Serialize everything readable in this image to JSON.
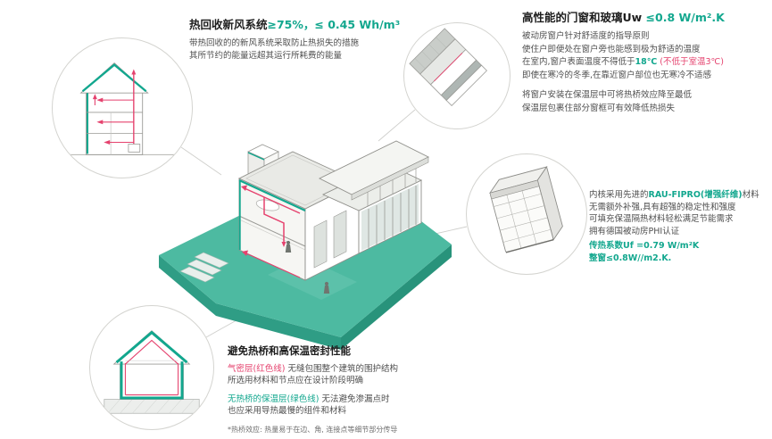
{
  "colors": {
    "teal": "#12a78e",
    "red": "#e5426e",
    "ground": "#4dbaa1",
    "ground_dark": "#2f9d85",
    "ground_darker": "#28937b"
  },
  "heat_recovery": {
    "title_black": "热回收新风系统",
    "title_teal": "≥75%，≤ 0.45 Wh/m³",
    "line1": "带热回收的的新风系统采取防止热损失的措施",
    "line2": "其所节约的能量远超其运行所耗费的能量"
  },
  "windows": {
    "title_black": "高性能的门窗和玻璃Uw",
    "title_teal": " ≤0.8 W/m².K",
    "p1_line1": "被动房窗户针对舒适度的指导原则",
    "p1_line2": "使住户即便处在窗户旁也能感到极为舒适的温度",
    "p1_line3_pre": "在室内,窗户表面温度不得低于",
    "p1_line3_teal": "18℃",
    "p1_line3_red": " (不低于室温3℃)",
    "p1_line4": "即使在寒冷的冬季,在靠近窗户部位也无寒冷不适感",
    "p2_line1": "将窗户安装在保温层中可将热桥效应降至最低",
    "p2_line2": "保温层包裹住部分窗框可有效降低热损失"
  },
  "profile": {
    "line1_pre": "内核采用先进的",
    "line1_teal": "RAU-FIPRO(增强纤维)",
    "line1_post": "材料",
    "line2": "无需额外补强,具有超强的稳定性和强度",
    "line3": "可填充保温隔热材料轻松满足节能需求",
    "line4": "拥有德国被动房PHI认证",
    "uf": "传热系数Uf =0.79 W/m²K",
    "uw": "整窗≤0.8W//m2.K."
  },
  "thermal": {
    "title": "避免热桥和高保温密封性能",
    "l1_red": "气密层(红色线)",
    "l1_rest": " 无缝包围整个建筑的围护结构",
    "l2": "所选用材料和节点应在设计阶段明确",
    "l3_teal": "无热桥的保温层(绿色线)",
    "l3_rest": " 无法避免渗漏点时",
    "l4": "也应采用导热最慢的组件和材料",
    "footnote": "*热桥效应: 热量易于在边、角, 连接点等细节部分传导"
  }
}
